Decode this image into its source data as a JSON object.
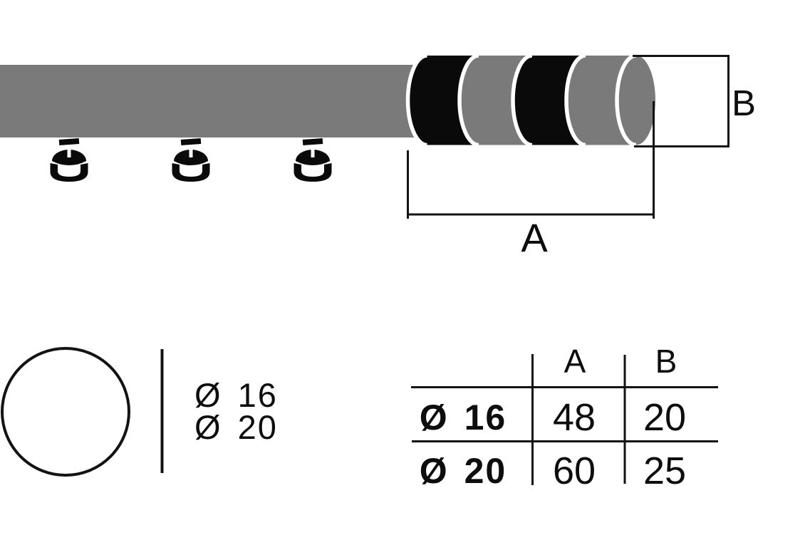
{
  "colors": {
    "gray": "#7a7a7a",
    "black": "#0a0a0a"
  },
  "dimension_labels": {
    "a": "A",
    "b": "B"
  },
  "diameter_options": [
    {
      "label": "Ø 16"
    },
    {
      "label": "Ø 20"
    }
  ],
  "size_table": {
    "columns": {
      "a": "A",
      "b": "B"
    },
    "rows": [
      {
        "label": "Ø 16",
        "a": "48",
        "b": "20"
      },
      {
        "label": "Ø 20",
        "a": "60",
        "b": "25"
      }
    ]
  }
}
